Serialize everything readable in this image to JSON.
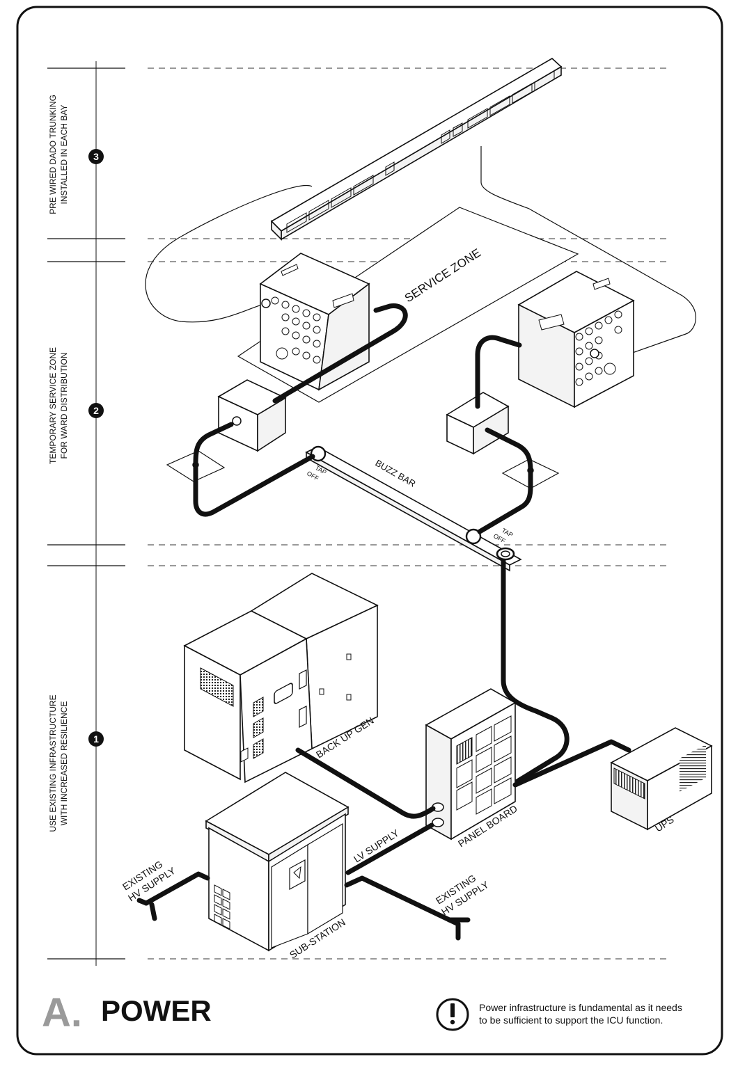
{
  "title": {
    "letter": "A.",
    "text": "POWER"
  },
  "note": {
    "icon": "exclamation-icon",
    "line1": "Power infrastructure is fundamental as it needs",
    "line2": "to be sufficient to support the ICU function."
  },
  "sections": [
    {
      "number": "3",
      "line1": "PRE WIRED DADO TRUNKING",
      "line2": "INSTALLED IN EACH BAY"
    },
    {
      "number": "2",
      "line1": "TEMPORARY SERVICE ZONE",
      "line2": "FOR WARD DISTRIBUTION"
    },
    {
      "number": "1",
      "line1": "USE EXISTING INFRASTRUCTURE",
      "line2": "WITH INCREASED RESILIENCE"
    }
  ],
  "labels": {
    "service_zone": "SERVICE ZONE",
    "buzz_bar": "BUZZ BAR",
    "tap": "TAP",
    "off": "OFF",
    "back_up_gen": "BACK UP GEN",
    "panel_board": "PANEL BOARD",
    "ups": "UPS",
    "lv_supply": "LV SUPPLY",
    "sub_station": "SUB-STATION",
    "existing": "EXISTING",
    "hv_supply": "HV SUPPLY"
  }
}
